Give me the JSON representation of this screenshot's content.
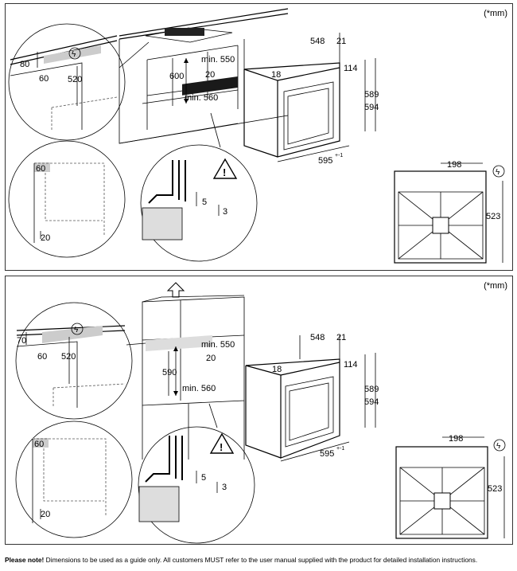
{
  "unit_label": "(*mm)",
  "top": {
    "dim_80": "80",
    "dim_60": "60",
    "dim_520": "520",
    "dim_600": "600",
    "dim_min550": "min. 550",
    "dim_20": "20",
    "dim_min560": "min. 560",
    "dim_548": "548",
    "dim_21": "21",
    "dim_18": "18",
    "dim_114": "114",
    "dim_589": "589",
    "dim_594": "594",
    "dim_595": "595",
    "dim_595_tol": "+-1",
    "dim_60_b": "60",
    "dim_20_b": "20",
    "dim_5": "5",
    "dim_3": "3",
    "dim_198": "198",
    "dim_523": "523"
  },
  "bottom": {
    "dim_70": "70",
    "dim_60": "60",
    "dim_520": "520",
    "dim_590": "590",
    "dim_min550": "min. 550",
    "dim_20": "20",
    "dim_min560": "min. 560",
    "dim_548": "548",
    "dim_21": "21",
    "dim_18": "18",
    "dim_114": "114",
    "dim_589": "589",
    "dim_594": "594",
    "dim_595": "595",
    "dim_595_tol": "+-1",
    "dim_60_b": "60",
    "dim_20_b": "20",
    "dim_5": "5",
    "dim_3": "3",
    "dim_198": "198",
    "dim_523": "523"
  },
  "note": {
    "bold": "Please note!",
    "text": " Dimensions to be used as a guide only. All customers MUST refer to the user manual supplied with the product for detailed installation instructions."
  },
  "icons": [
    "electrical-plug-icon",
    "warning-triangle-icon",
    "up-arrow-icon"
  ]
}
